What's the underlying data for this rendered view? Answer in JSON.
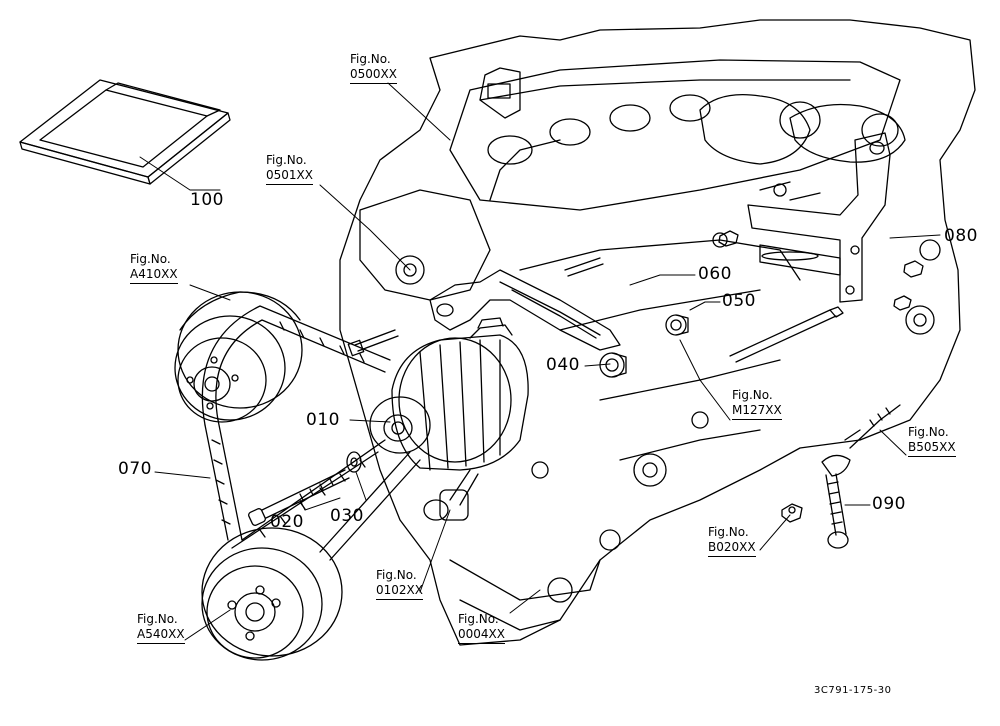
{
  "parts": [
    {
      "id": "p100",
      "code": "100"
    },
    {
      "id": "p080",
      "code": "080"
    },
    {
      "id": "p060",
      "code": "060"
    },
    {
      "id": "p050",
      "code": "050"
    },
    {
      "id": "p040",
      "code": "040"
    },
    {
      "id": "p010",
      "code": "010"
    },
    {
      "id": "p070",
      "code": "070"
    },
    {
      "id": "p020",
      "code": "020"
    },
    {
      "id": "p030",
      "code": "030"
    },
    {
      "id": "p090",
      "code": "090"
    }
  ],
  "fig_refs": [
    {
      "id": "f0500",
      "line1": "Fig.No.",
      "line2": "0500XX"
    },
    {
      "id": "f0501",
      "line1": "Fig.No.",
      "line2": "0501XX"
    },
    {
      "id": "fA410",
      "line1": "Fig.No.",
      "line2": "A410XX"
    },
    {
      "id": "fM127",
      "line1": "Fig.No.",
      "line2": "M127XX"
    },
    {
      "id": "fB505",
      "line1": "Fig.No.",
      "line2": "B505XX"
    },
    {
      "id": "fB020",
      "line1": "Fig.No.",
      "line2": "B020XX"
    },
    {
      "id": "f0102",
      "line1": "Fig.No.",
      "line2": "0102XX"
    },
    {
      "id": "f0004",
      "line1": "Fig.No.",
      "line2": "0004XX"
    },
    {
      "id": "fA540",
      "line1": "Fig.No.",
      "line2": "A540XX"
    }
  ],
  "drawing_code": "3C791-175-30"
}
